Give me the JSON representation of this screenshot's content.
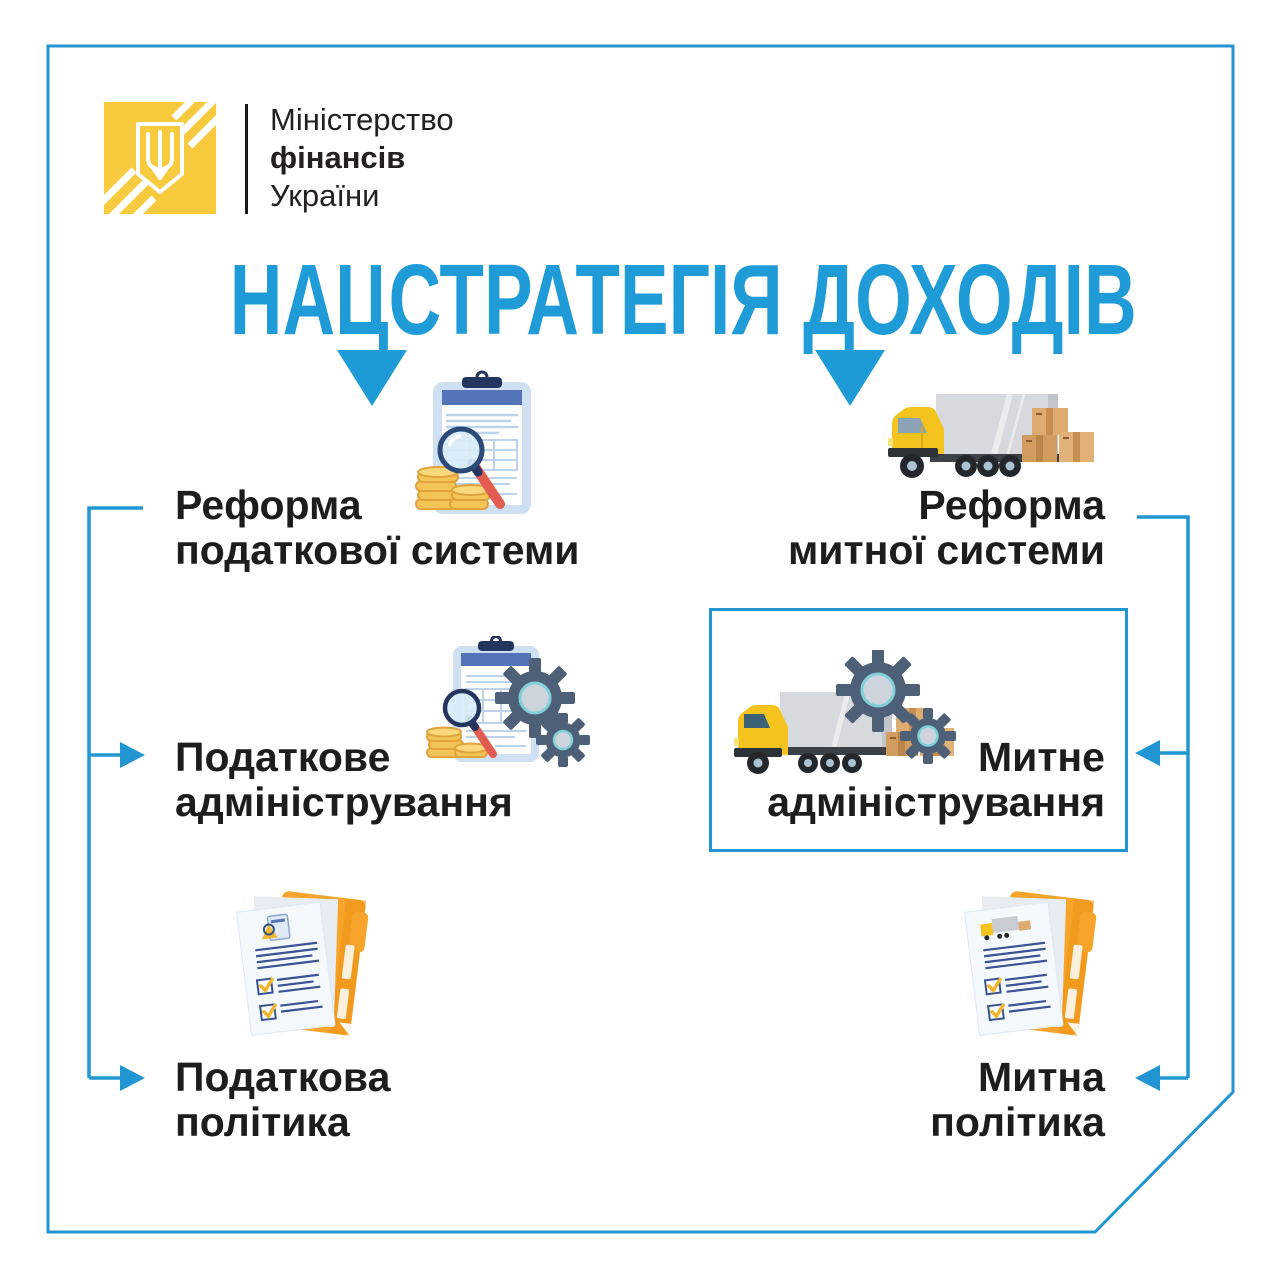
{
  "palette": {
    "accent_blue": "#1F9CD8",
    "line_blue": "#2196D2",
    "text_black": "#1d1d1b",
    "logo_yellow": "#F7CB3D",
    "folder_orange": "#F6A42A",
    "gear_slate": "#4e6077",
    "coin_gold": "#f5c457"
  },
  "logo": {
    "emblem": "ukraine-trident-icon",
    "org_lines": [
      "Міністерство",
      "фінансів",
      "України"
    ]
  },
  "title": {
    "text": "НАЦСТРАТЕГІЯ ДОХОДІВ"
  },
  "columns": {
    "tax": {
      "items": [
        {
          "id": "tax-reform",
          "line1": "Реформа",
          "line2": "податкової системи",
          "icon": "clipboard-coins-magnifier-icon"
        },
        {
          "id": "tax-admin",
          "line1": "Податкове",
          "line2": "адміністрування",
          "icon": "clipboard-gears-icon"
        },
        {
          "id": "tax-policy",
          "line1": "Податкова",
          "line2": "політика",
          "icon": "folder-documents-icon"
        }
      ]
    },
    "customs": {
      "items": [
        {
          "id": "customs-reform",
          "line1": "Реформа",
          "line2": "митної системи",
          "icon": "truck-boxes-icon"
        },
        {
          "id": "customs-admin",
          "line1": "Митне",
          "line2": "адміністрування",
          "icon": "truck-gears-icon",
          "highlighted": true
        },
        {
          "id": "customs-policy",
          "line1": "Митна",
          "line2": "політика",
          "icon": "folder-documents-truck-icon"
        }
      ]
    }
  }
}
